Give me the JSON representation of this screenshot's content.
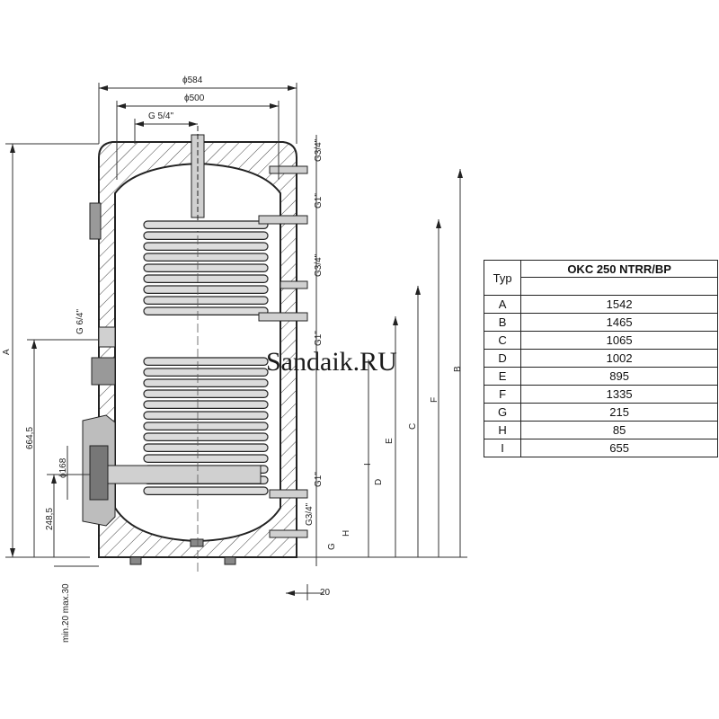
{
  "watermark": "Sandaik.RU",
  "dimensions": {
    "d584": "ϕ584",
    "d500": "ϕ500",
    "g54": "G 5/4\"",
    "g34_top": "G3/4\"",
    "g1_top": "G1\"",
    "g34_mid": "G3/4\"",
    "g1_mid": "G1\"",
    "g64": "G 6/4\"",
    "d168": "ϕ168",
    "g1_low": "G1\"",
    "g34_low": "G3/4\"",
    "v664": "664,5",
    "v248": "248,5",
    "vmin": "min.20 max.30",
    "w20": "20",
    "A": "A",
    "B": "B",
    "C": "C",
    "D": "D",
    "E": "E",
    "F": "F",
    "G": "G",
    "H": "H",
    "I": "I"
  },
  "table": {
    "col_typ": "Typ",
    "col_model": "OKC 250 NTRR/BP",
    "rows": [
      {
        "typ": "A",
        "val": "1542"
      },
      {
        "typ": "B",
        "val": "1465"
      },
      {
        "typ": "C",
        "val": "1065"
      },
      {
        "typ": "D",
        "val": "1002"
      },
      {
        "typ": "E",
        "val": "895"
      },
      {
        "typ": "F",
        "val": "1335"
      },
      {
        "typ": "G",
        "val": "215"
      },
      {
        "typ": "H",
        "val": "85"
      },
      {
        "typ": "I",
        "val": "655"
      }
    ]
  }
}
